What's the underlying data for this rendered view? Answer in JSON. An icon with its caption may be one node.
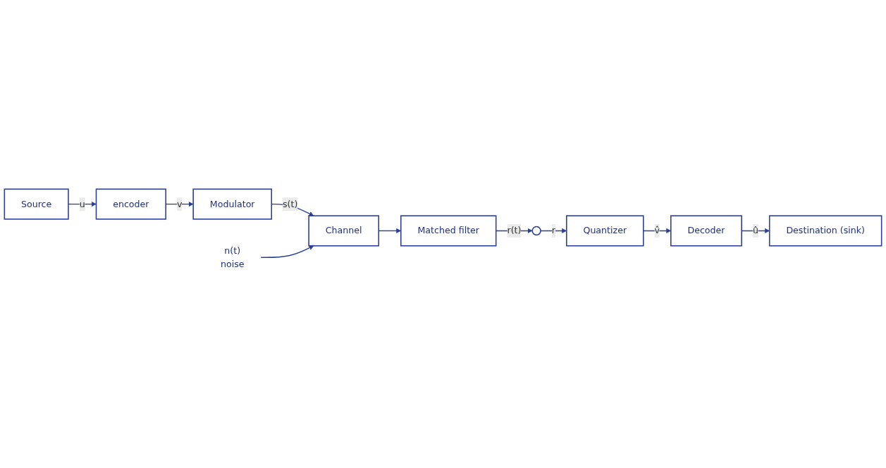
{
  "diagram": {
    "nodes": [
      {
        "text": [
          "Source"
        ]
      },
      {
        "text": [
          "encoder"
        ]
      },
      {
        "text": [
          "Modulator"
        ]
      },
      {
        "text": [
          "n(t)",
          "noise"
        ]
      },
      {
        "text": [
          "Channel"
        ]
      },
      {
        "text": [
          "Matched filter"
        ]
      },
      {
        "text": [],
        "shape": "switch"
      },
      {
        "text": [
          "Quantizer"
        ]
      },
      {
        "text": [
          "Decoder"
        ]
      },
      {
        "text": [
          "Destination (sink)"
        ]
      }
    ],
    "edges": [
      {
        "from": 0,
        "to": 1,
        "arrow": "to",
        "label": "u"
      },
      {
        "from": 1,
        "to": 2,
        "arrow": "to",
        "label": "v"
      },
      {
        "from": 2,
        "to": 4,
        "arrow": "to",
        "label": "s(t)"
      },
      {
        "from": 3,
        "to": 4,
        "arrow": "to"
      },
      {
        "from": 4,
        "to": 5,
        "arrow": "to"
      },
      {
        "from": 5,
        "to": 6,
        "arrow": "to",
        "label": "r(t)"
      },
      {
        "from": 6,
        "to": 7,
        "arrow": "to",
        "label": "r"
      },
      {
        "from": 7,
        "to": 8,
        "arrow": "to",
        "label": "v̂"
      },
      {
        "from": 8,
        "to": 9,
        "arrow": "to",
        "label": "û"
      }
    ]
  }
}
